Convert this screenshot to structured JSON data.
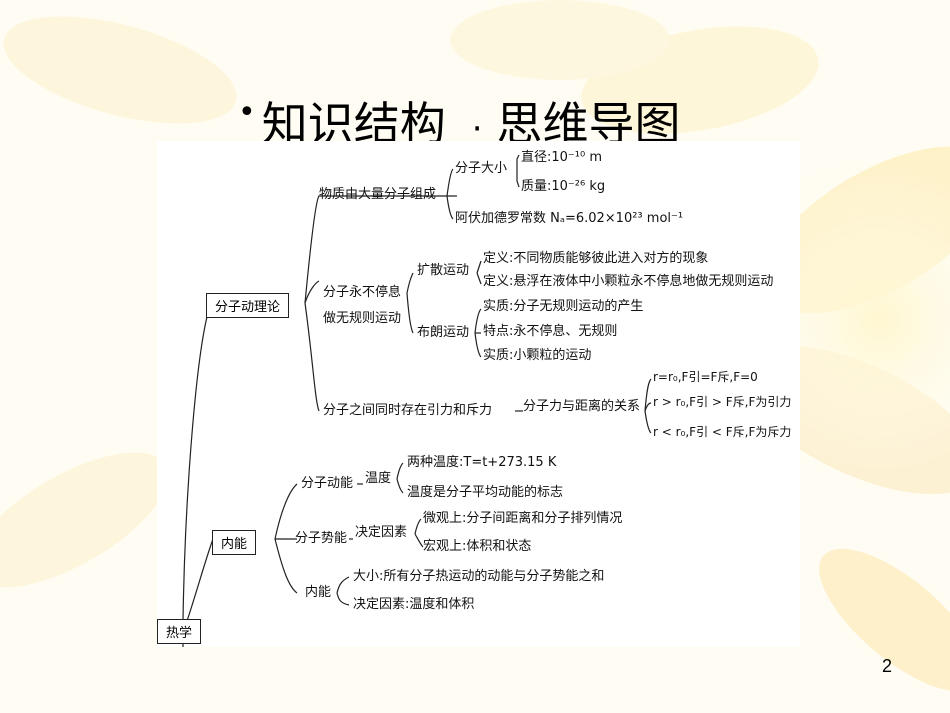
{
  "slide": {
    "title_bullet": "•",
    "title_left": "知识结构",
    "title_sep": "·",
    "title_right": "思维导图",
    "page_number": "2"
  },
  "mindmap": {
    "root": "热学",
    "b1": {
      "label": "分子动理论",
      "g1": {
        "label": "物质由大量分子组成",
        "size": "分子大小",
        "diameter": "直径:10⁻¹⁰ m",
        "mass": "质量:10⁻²⁶ kg",
        "avogadro": "阿伏加德罗常数  Nₐ=6.02×10²³ mol⁻¹"
      },
      "g2": {
        "label_1": "分子永不停息",
        "label_2": "做无规则运动",
        "diffusion": "扩散运动",
        "diffusion_def": "定义:不同物质能够彼此进入对方的现象",
        "brownian": "布朗运动",
        "brownian_def": "定义:悬浮在液体中小颗粒永不停息地做无规则运动",
        "brownian_essence": "实质:分子无规则运动的产生",
        "brownian_feature": "特点:永不停息、无规则",
        "brownian_nature": "实质:小颗粒的运动"
      },
      "g3": {
        "label": "分子之间同时存在引力和斥力",
        "relation": "分子力与距离的关系",
        "c1": "r=r₀,F引=F斥,F=0",
        "c2": "r > r₀,F引 > F斥,F为引力",
        "c3": "r < r₀,F引 < F斥,F为斥力"
      }
    },
    "b2": {
      "label": "内能",
      "kinetic": {
        "label": "分子动能",
        "temp": "温度",
        "t1": "两种温度:T=t+273.15 K",
        "t2": "温度是分子平均动能的标志"
      },
      "potential": {
        "label": "分子势能",
        "factor": "决定因素",
        "p1": "微观上:分子间距离和分子排列情况",
        "p2": "宏观上:体积和状态"
      },
      "internal": {
        "label": "内能",
        "i1": "大小:所有分子热运动的动能与分子势能之和",
        "i2": "决定因素:温度和体积"
      }
    }
  },
  "colors": {
    "background": "#fffdf3",
    "line": "#222222",
    "petal": "#fde9a6"
  }
}
